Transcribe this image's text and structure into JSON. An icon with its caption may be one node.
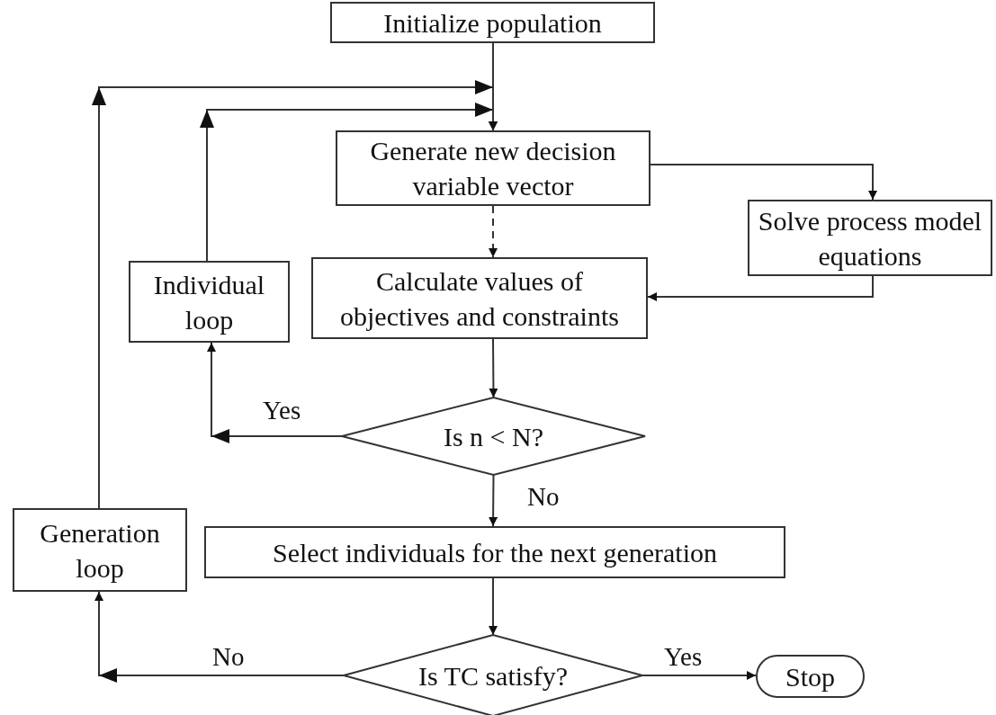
{
  "diagram": {
    "nodes": [
      {
        "text": [
          "Initialize population"
        ]
      },
      {
        "text": [
          "Generate new decision variable vector"
        ]
      },
      {
        "text": [
          "Solve process model equations"
        ]
      },
      {
        "text": [
          "Calculate values of objectives and constraints"
        ]
      },
      {
        "text": [
          "Individual loop"
        ]
      },
      {
        "text": [
          "Is n < N?"
        ]
      },
      {
        "text": [
          "Select individuals for the next generation"
        ]
      },
      {
        "text": [
          "Generation loop"
        ]
      },
      {
        "text": [
          "Is TC satisfy?"
        ]
      },
      {
        "text": [
          "Stop"
        ]
      }
    ],
    "edges": [
      {
        "from": 0,
        "to": 1,
        "arrow": "to"
      },
      {
        "from": 1,
        "to": 2,
        "arrow": "to"
      },
      {
        "from": 1,
        "to": 3,
        "arrow": "to",
        "style": "dashed"
      },
      {
        "from": 2,
        "to": 3,
        "arrow": "to"
      },
      {
        "from": 3,
        "to": 5,
        "arrow": "to"
      },
      {
        "from": 5,
        "to": 4,
        "arrow": "to",
        "label": "Yes"
      },
      {
        "from": 4,
        "to": 1,
        "arrow": "to"
      },
      {
        "from": 5,
        "to": 6,
        "arrow": "to",
        "label": "No"
      },
      {
        "from": 6,
        "to": 8,
        "arrow": "to"
      },
      {
        "from": 8,
        "to": 7,
        "arrow": "to",
        "label": "No"
      },
      {
        "from": 7,
        "to": 1,
        "arrow": "to"
      },
      {
        "from": 8,
        "to": 9,
        "arrow": "to",
        "label": "Yes"
      }
    ]
  }
}
